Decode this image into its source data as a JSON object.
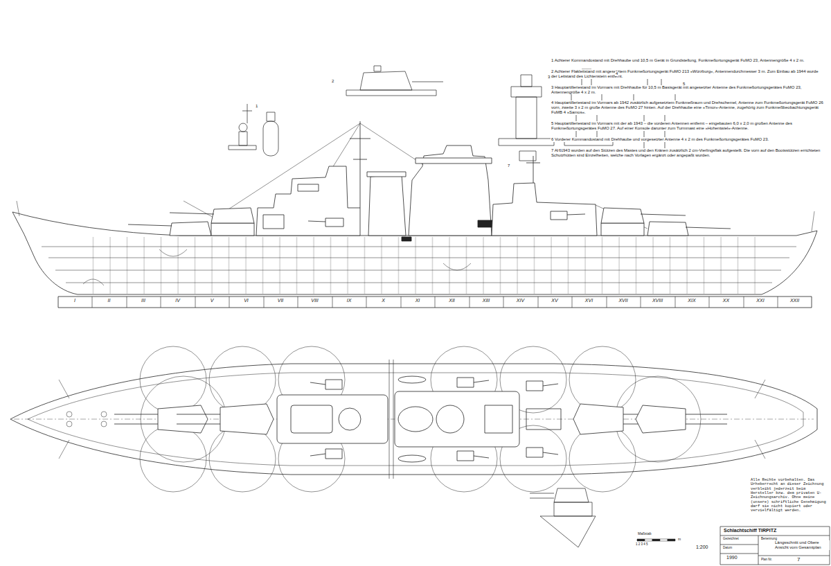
{
  "diagram": {
    "labels": [
      "I",
      "II",
      "III",
      "IV",
      "V",
      "VI",
      "VII",
      "VIII",
      "IX",
      "X",
      "XI",
      "XII",
      "XIII",
      "XIV",
      "XV",
      "XVI",
      "XVII",
      "XVIII",
      "XIX",
      "XX",
      "XXI",
      "XXII",
      "1 Achterer Kommandostand mit Drehhaube und 10,5 m Gerät in Grundstellung, Funkmeßortungsgerät FuMO 23, Antennengröße 4 x 2 m.",
      "2 Achterer Flakleitstand mit angesetztem Funkmeßortungsgerät FuMO 213 »Würzburg«, Antennendurchmesser 3 m. Zum Einbau ab 1944 wurde der Leitstand des Lichtenstein entfernt.",
      "3 Hauptartilleriestand im Vormars mit Drehhaube für 10,5 m Basisgerät mit angesetzter Antenne des Funkmeßortungsgerätes FuMO 23, Antennengröße 4 x 2 m.",
      "4 Hauptartilleriestand im Vormars ab 1942 zusätzlich aufgesetztem Funkmeßraum und Drehschemel, Antenne zum Funkmeßortungsgerät FuMO 26 vorn, zweite 3 x 2 m große Antenne des FuMO 27 hinten. Auf der Drehhaube eine »Timor«-Antenne, zugehörig zum Funkmeßbeobachtungsgerät FuMB 4 »Samos«.",
      "5 Hauptartilleriestand im Vormars mit der ab 1943 – die vorderen Antennen entfernt – eingebauten 6,0 x 2,0 m großen Antenne des Funkmeßortungsgerätes FuMO 27. Auf einer Konsole darunter zum Turmmast eine »Hohentwiel«-Antenne.",
      "6 Vorderer Kommandostand mit Drehhaube und vorgesetzter Antenne 4 x 2 m des Funkmeßortungsgerätes FuMO 23.",
      "7 Ab 1943 wurden auf den Stützen des Mastes und den Kränen zusätzlich 2 cm-Vierlingsflak aufgestellt. Die vorn auf den Bootsstützen errichteten Schutzhütten sind Einzelheiten, welche nach Vorlagen ergänzt oder angepaßt wurden.",
      "1",
      "2",
      "3",
      "4",
      "5",
      "6",
      "7",
      "Alle Rechte vorbehalten. Das Urheberrecht an dieser Zeichnung verbleibt jederzeit beim Hersteller bzw. dem privaten U-Zeichnungsarchiv. Ohne meine (unsere) schriftliche Genehmigung darf sie nicht kopiert oder vervielfältigt werden.",
      "Maßstab",
      "1 2 3 4 5",
      "m",
      "1:200",
      "Schlachtschiff TIRPITZ",
      "Gezeichnet",
      "Datum",
      "1990",
      "Benennung",
      "Längsschnitt und Obere Ansicht vom Gesamtplan",
      "Plan Nr.",
      "7"
    ]
  }
}
